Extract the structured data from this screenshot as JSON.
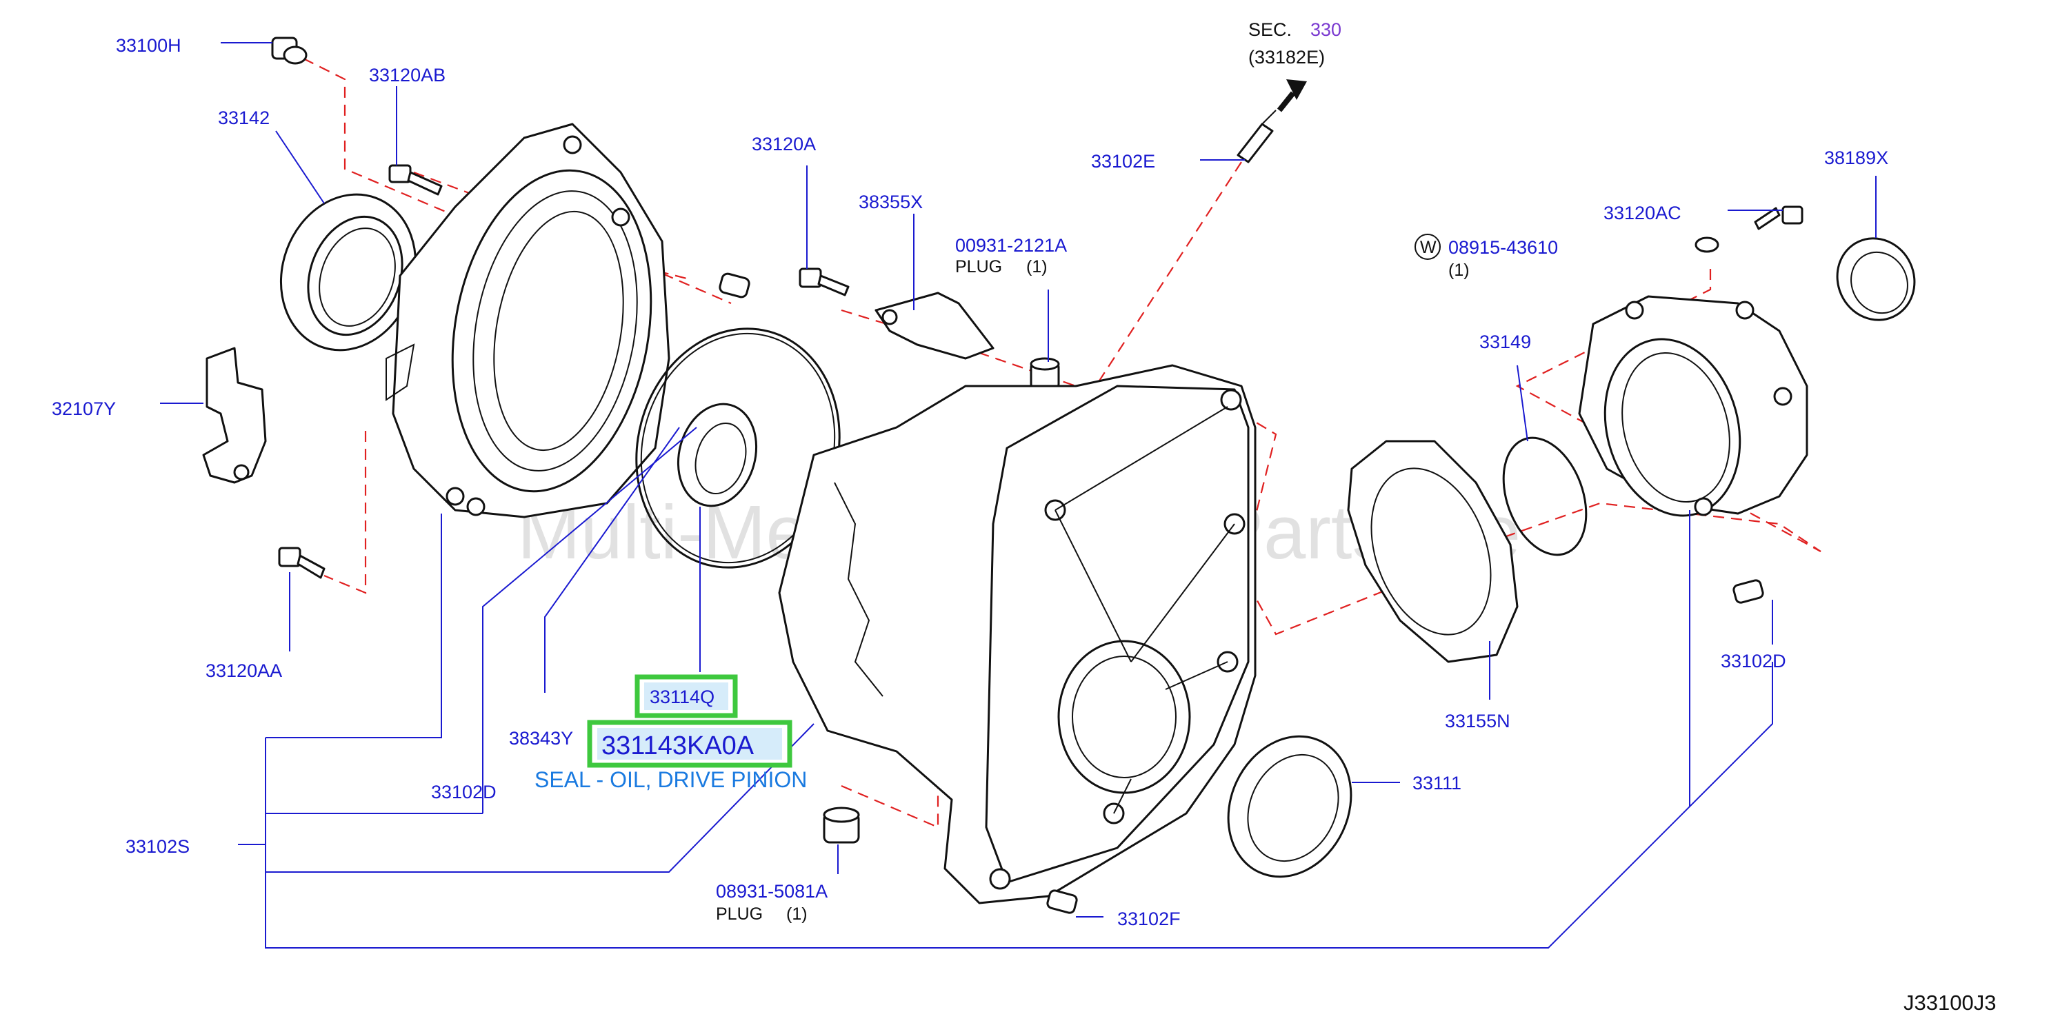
{
  "labels": {
    "p33100H": "33100H",
    "p33120AB": "33120AB",
    "p33142": "33142",
    "p32107Y": "32107Y",
    "p33120AA": "33120AA",
    "p33120A": "33120A",
    "p38355X": "38355X",
    "p00931": "00931-2121A",
    "p00931_plug": "PLUG",
    "p00931_qty": "(1)",
    "p33102E": "33102E",
    "sec_prefix": "SEC.",
    "sec_num": "330",
    "sec_ref": "(33182E)",
    "p38189X": "38189X",
    "p33120AC": "33120AC",
    "w_mark": "W",
    "p08915": "08915-43610",
    "p08915_qty": "(1)",
    "p33149": "33149",
    "p33102D_right": "33102D",
    "p33155N": "33155N",
    "p33111": "33111",
    "p33102F": "33102F",
    "p08931": "08931-5081A",
    "p08931_plug": "PLUG",
    "p08931_qty": "(1)",
    "p38343Y": "38343Y",
    "p33114Q": "33114Q",
    "p33102D_left": "33102D",
    "p33102S": "33102S",
    "diagram_code": "J33100J3"
  },
  "highlight": {
    "part_number": "331143KA0A",
    "description": "SEAL - OIL, DRIVE PINION"
  },
  "watermark": "Multi-Merchant Auto Partstore",
  "colors": {
    "label_blue": "#1a1ad0",
    "leader_dash_red": "#e02020",
    "highlight_green": "#3ec83e",
    "highlight_fill": "#d6ecfa",
    "description_blue": "#1a7ae0",
    "sec_number_purple": "#7a3ad0"
  }
}
